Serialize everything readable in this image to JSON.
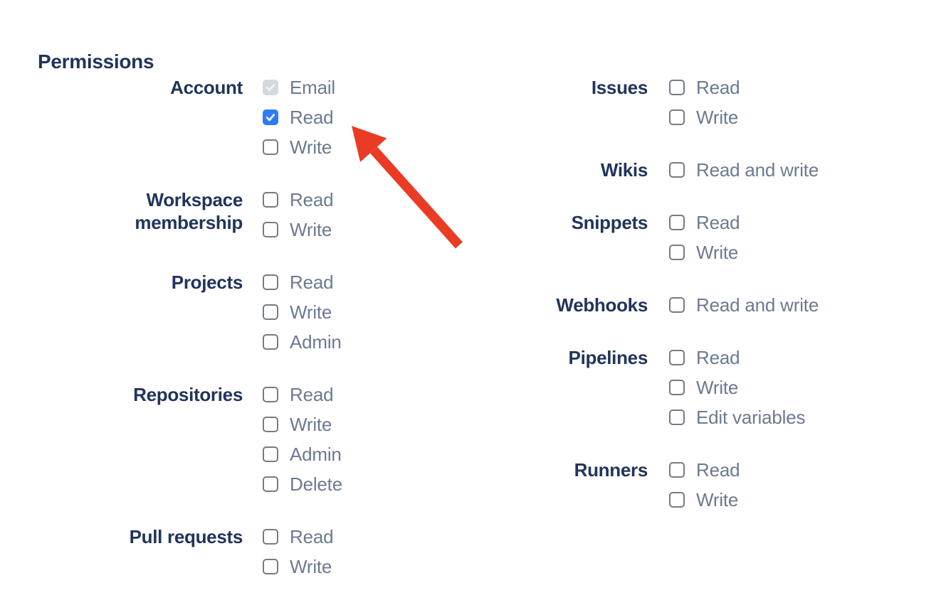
{
  "heading": "Permissions",
  "colors": {
    "heading_text": "#22345B",
    "group_label_text": "#22345B",
    "option_label_text": "#6C7A90",
    "checkbox_checked_bg": "#2E7CF6",
    "checkbox_checked_tick": "#FFFFFF",
    "checkbox_disabled_bg": "#D5D8DC",
    "checkbox_disabled_tick": "#FFFFFF",
    "checkbox_border": "#757B85",
    "arrow": "#EA3C24"
  },
  "columns": [
    {
      "name": "left",
      "groups": [
        {
          "label": "Account",
          "options": [
            {
              "label": "Email",
              "state": "checked-disabled"
            },
            {
              "label": "Read",
              "state": "checked"
            },
            {
              "label": "Write",
              "state": "unchecked"
            }
          ]
        },
        {
          "label": "Workspace membership",
          "options": [
            {
              "label": "Read",
              "state": "unchecked"
            },
            {
              "label": "Write",
              "state": "unchecked"
            }
          ]
        },
        {
          "label": "Projects",
          "options": [
            {
              "label": "Read",
              "state": "unchecked"
            },
            {
              "label": "Write",
              "state": "unchecked"
            },
            {
              "label": "Admin",
              "state": "unchecked"
            }
          ]
        },
        {
          "label": "Repositories",
          "options": [
            {
              "label": "Read",
              "state": "unchecked"
            },
            {
              "label": "Write",
              "state": "unchecked"
            },
            {
              "label": "Admin",
              "state": "unchecked"
            },
            {
              "label": "Delete",
              "state": "unchecked"
            }
          ]
        },
        {
          "label": "Pull requests",
          "options": [
            {
              "label": "Read",
              "state": "unchecked"
            },
            {
              "label": "Write",
              "state": "unchecked"
            }
          ]
        }
      ]
    },
    {
      "name": "right",
      "groups": [
        {
          "label": "Issues",
          "options": [
            {
              "label": "Read",
              "state": "unchecked"
            },
            {
              "label": "Write",
              "state": "unchecked"
            }
          ]
        },
        {
          "label": "Wikis",
          "options": [
            {
              "label": "Read and write",
              "state": "unchecked"
            }
          ]
        },
        {
          "label": "Snippets",
          "options": [
            {
              "label": "Read",
              "state": "unchecked"
            },
            {
              "label": "Write",
              "state": "unchecked"
            }
          ]
        },
        {
          "label": "Webhooks",
          "options": [
            {
              "label": "Read and write",
              "state": "unchecked"
            }
          ]
        },
        {
          "label": "Pipelines",
          "options": [
            {
              "label": "Read",
              "state": "unchecked"
            },
            {
              "label": "Write",
              "state": "unchecked"
            },
            {
              "label": "Edit variables",
              "state": "unchecked"
            }
          ]
        },
        {
          "label": "Runners",
          "options": [
            {
              "label": "Read",
              "state": "unchecked"
            },
            {
              "label": "Write",
              "state": "unchecked"
            }
          ]
        }
      ]
    }
  ],
  "annotation": {
    "type": "red-arrow",
    "points_at": "Account Read checkbox"
  }
}
